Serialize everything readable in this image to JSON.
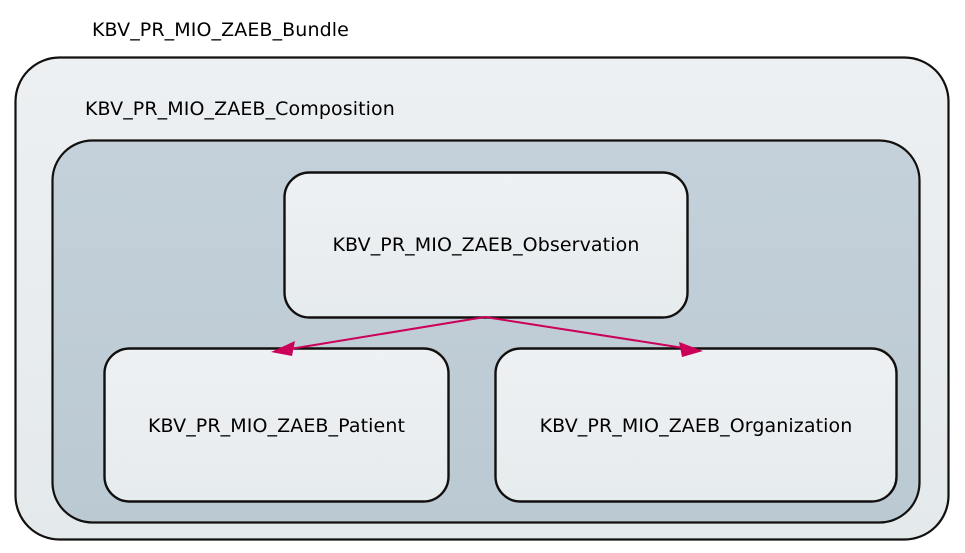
{
  "diagram": {
    "type": "nested-containment-diagram",
    "title": "KBV_PR_MIO_ZAEB_Bundle",
    "nodes": {
      "bundle": {
        "label": "KBV_PR_MIO_ZAEB_Bundle",
        "role": "outer-container",
        "fill": "#e8ecee",
        "stroke": "#12100e",
        "label_position": "above-outside-top-left"
      },
      "composition": {
        "label": "KBV_PR_MIO_ZAEB_Composition",
        "role": "inner-container",
        "fill": "#c0ced7",
        "stroke": "#12100e",
        "label_position": "inside-bundle-top-left"
      },
      "observation": {
        "label": "KBV_PR_MIO_ZAEB_Observation",
        "role": "leaf-node",
        "fill": "#eaeef0",
        "stroke": "#12100e",
        "label_position": "center"
      },
      "patient": {
        "label": "KBV_PR_MIO_ZAEB_Patient",
        "role": "leaf-node",
        "fill": "#eaeef0",
        "stroke": "#12100e",
        "label_position": "center"
      },
      "organization": {
        "label": "KBV_PR_MIO_ZAEB_Organization",
        "role": "leaf-node",
        "fill": "#eaeef0",
        "stroke": "#12100e",
        "label_position": "center"
      }
    },
    "edges": [
      {
        "from": "observation",
        "to": "patient",
        "style": "solid",
        "color": "#cc0058",
        "arrowhead": "filled-triangle-at-target"
      },
      {
        "from": "observation",
        "to": "organization",
        "style": "solid",
        "color": "#cc0058",
        "arrowhead": "filled-triangle-at-target"
      }
    ],
    "colors": {
      "background": "#ffffff",
      "outer_fill": "#e8ecee",
      "inner_fill": "#c0ced7",
      "node_fill": "#eaeef0",
      "stroke": "#12100e",
      "edge": "#cc0058",
      "text": "#000000"
    }
  }
}
